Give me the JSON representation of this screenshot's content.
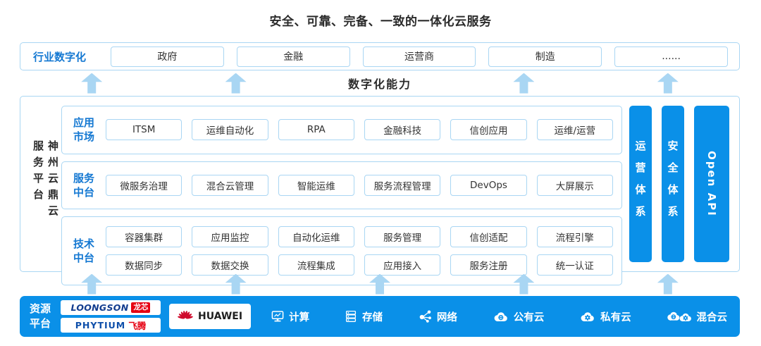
{
  "title": "安全、可靠、完备、一致的一体化云服务",
  "industry": {
    "label": "行业数字化",
    "items": [
      "政府",
      "金融",
      "运营商",
      "制造",
      "......"
    ]
  },
  "capability_label": "数字化能力",
  "platform": {
    "side_label": "神州云鼎云服务平台",
    "app_market": {
      "label": "应用市场",
      "items": [
        "ITSM",
        "运维自动化",
        "RPA",
        "金融科技",
        "信创应用",
        "运维/运营"
      ]
    },
    "service_platform": {
      "label": "服务中台",
      "items": [
        "微服务治理",
        "混合云管理",
        "智能运维",
        "服务流程管理",
        "DevOps",
        "大屏展示"
      ]
    },
    "tech_platform": {
      "label": "技术中台",
      "row1": [
        "容器集群",
        "应用监控",
        "自动化运维",
        "服务管理",
        "信创适配",
        "流程引擎"
      ],
      "row2": [
        "数据同步",
        "数据交换",
        "流程集成",
        "应用接入",
        "服务注册",
        "统一认证"
      ]
    },
    "bars": [
      "运营体系",
      "安全体系",
      "Open API"
    ]
  },
  "resource": {
    "label": "资源平台",
    "logos": {
      "loongson_en": "LOONGSON",
      "loongson_zh": "龙芯",
      "phytium_en": "PHYTIUM",
      "phytium_zh": "飞腾",
      "huawei": "HUAWEI"
    },
    "items": [
      "计算",
      "存储",
      "网络",
      "公有云",
      "私有云",
      "混合云"
    ]
  },
  "colors": {
    "accent_blue": "#0a90e8",
    "light_border": "#a9d6f3",
    "arrow_blue": "#a9d6f3",
    "label_blue": "#1478d2",
    "logo_red": "#e60012",
    "huawei_red": "#cf0a2c"
  }
}
